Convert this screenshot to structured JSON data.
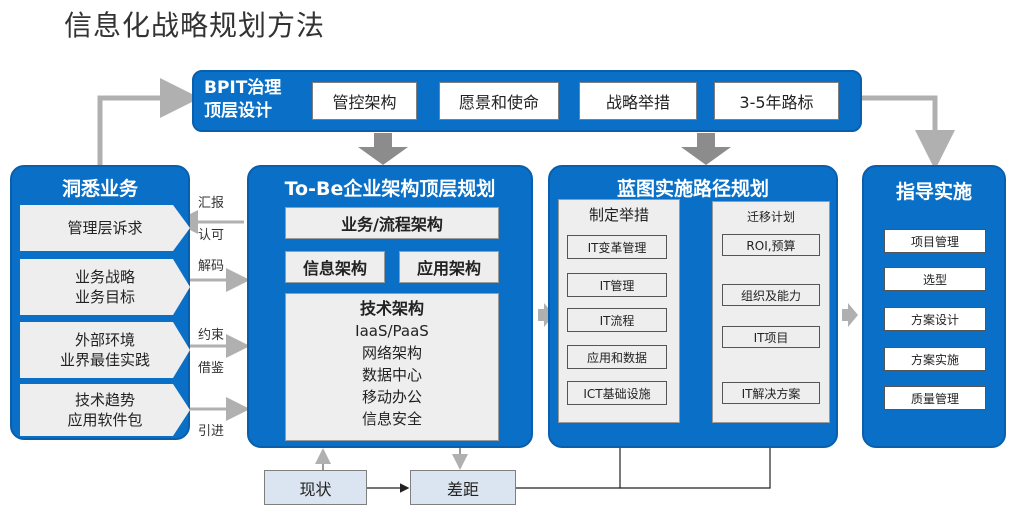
{
  "title": "信息化战略规划方法",
  "top_bar": {
    "label": "BPIT治理\n顶层设计",
    "items": [
      "管控架构",
      "愿景和使命",
      "战略举措",
      "3-5年路标"
    ]
  },
  "insight": {
    "header": "洞悉业务",
    "items": [
      "管理层诉求",
      "业务战略\n业务目标",
      "外部环境\n业界最佳实践",
      "技术趋势\n应用软件包"
    ]
  },
  "side_labels": [
    "汇报",
    "认可",
    "解码",
    "约束",
    "借鉴",
    "引进"
  ],
  "tobe": {
    "header": "To-Be企业架构顶层规划",
    "business": "业务/流程架构",
    "info": "信息架构",
    "app": "应用架构",
    "tech_title": "技术架构",
    "tech_items": [
      "IaaS/PaaS",
      "网络架构",
      "数据中心",
      "移动办公",
      "信息安全"
    ]
  },
  "blueprint": {
    "header": "蓝图实施路径规划",
    "measures_title": "制定举措",
    "measures": [
      "IT变革管理",
      "IT管理",
      "IT流程",
      "应用和数据",
      "ICT基础设施"
    ],
    "migration_title": "迁移计划",
    "migration": [
      "ROI,预算",
      "组织及能力",
      "IT项目",
      "IT解决方案"
    ]
  },
  "guide": {
    "header": "指导实施",
    "items": [
      "项目管理",
      "选型",
      "方案设计",
      "方案实施",
      "质量管理"
    ]
  },
  "bottom": {
    "current": "现状",
    "gap": "差距"
  },
  "colors": {
    "primary": "#0a6fc6",
    "panel": "#eeeeee",
    "arrow": "#b0b0b0"
  }
}
